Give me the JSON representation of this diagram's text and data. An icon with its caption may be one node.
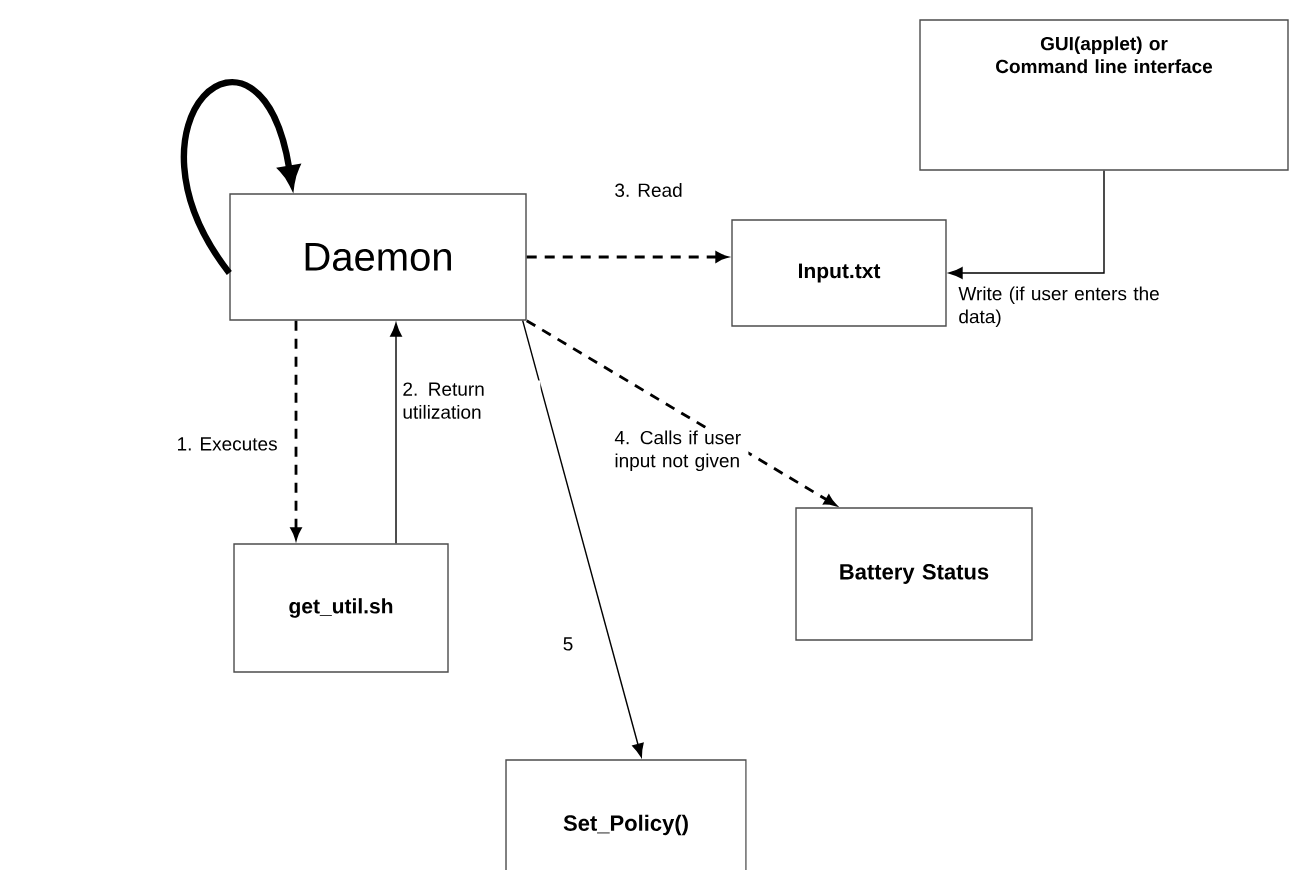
{
  "diagram": {
    "nodes": [
      {
        "text": [
          "Daemon"
        ]
      },
      {
        "text": [
          "Input.txt"
        ]
      },
      {
        "text": [
          "GUI(applet) or Command line interface"
        ]
      },
      {
        "text": [
          "get_util.sh"
        ]
      },
      {
        "text": [
          "Battery Status"
        ]
      },
      {
        "text": [
          "Set_Policy()"
        ]
      }
    ],
    "edges": [
      {
        "from": 0,
        "to": 0,
        "arrow": "to",
        "style": "thick"
      },
      {
        "from": 0,
        "to": 1,
        "arrow": "to",
        "style": "dashed",
        "label": "3. Read"
      },
      {
        "from": 2,
        "to": 1,
        "arrow": "to",
        "label": "Write (if user enters the data)"
      },
      {
        "from": 0,
        "to": 3,
        "arrow": "to",
        "style": "dashed",
        "label": "1. Executes"
      },
      {
        "from": 3,
        "to": 0,
        "arrow": "to",
        "label": "2. Return utilization"
      },
      {
        "from": 0,
        "to": 4,
        "arrow": "to",
        "style": "dashed",
        "label": "4. Calls if user input not given"
      },
      {
        "from": 0,
        "to": 5,
        "arrow": "to",
        "label": "5"
      }
    ]
  }
}
